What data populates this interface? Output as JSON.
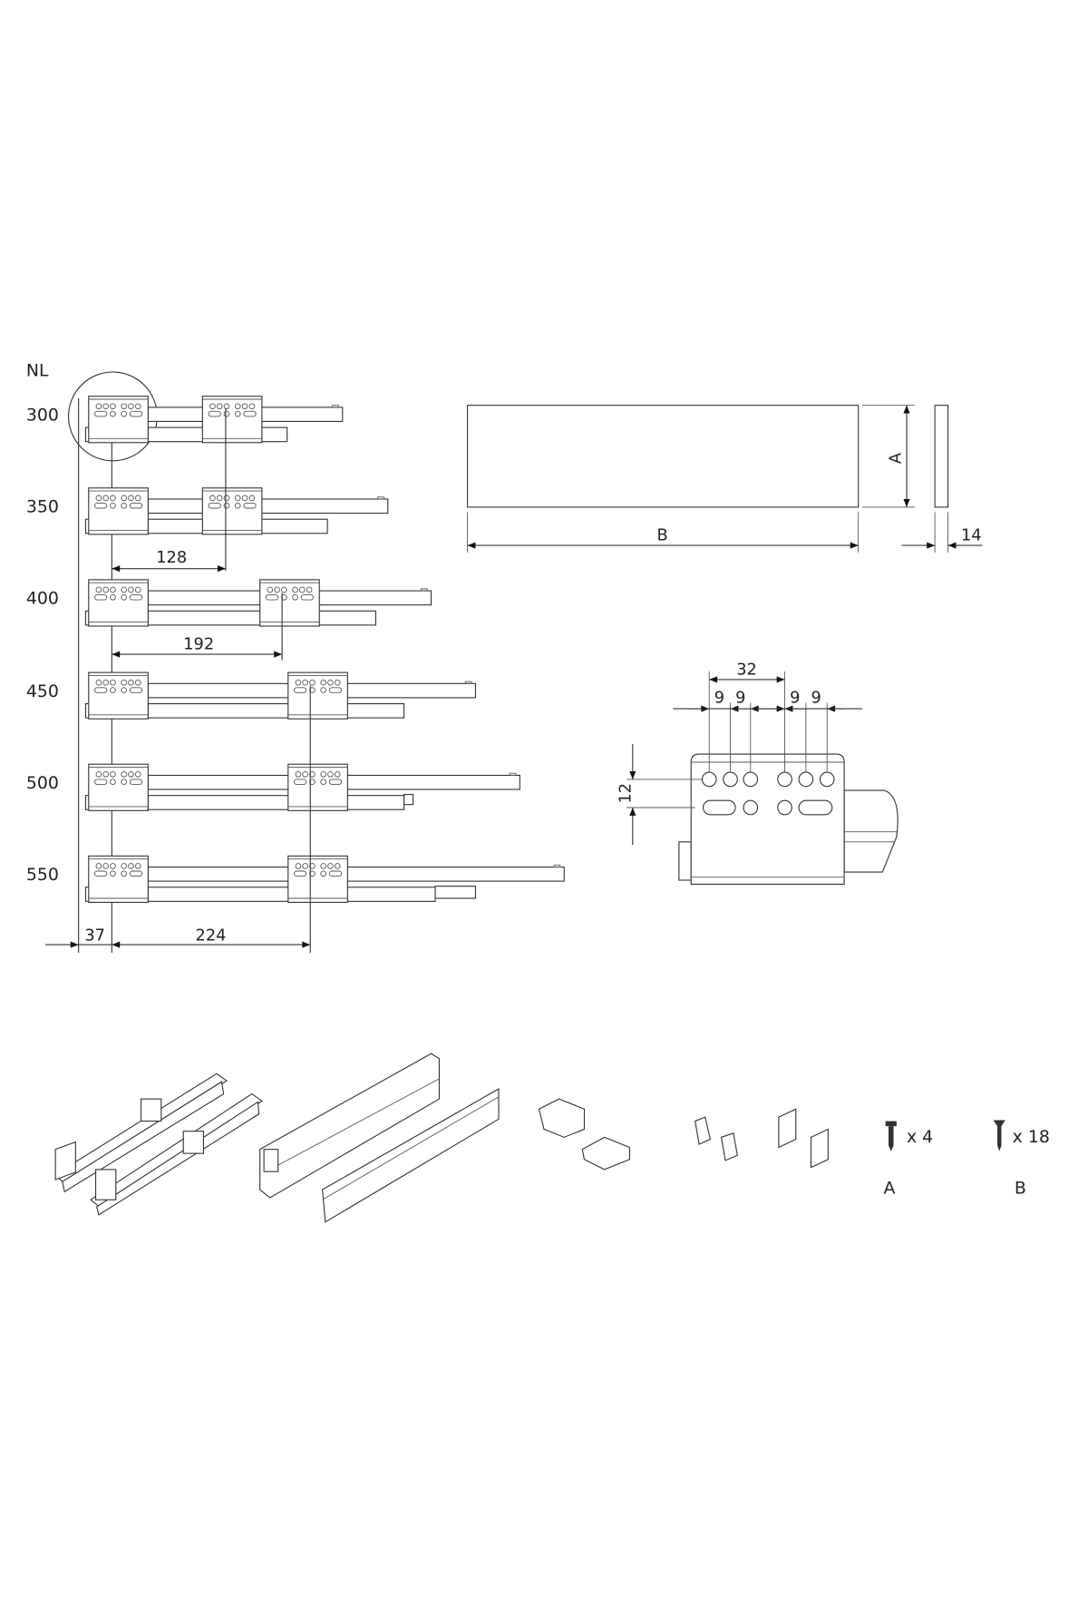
{
  "rail_diagram": {
    "header": "NL",
    "rows": [
      {
        "nl": "300"
      },
      {
        "nl": "350"
      },
      {
        "nl": "400"
      },
      {
        "nl": "450"
      },
      {
        "nl": "500"
      },
      {
        "nl": "550"
      }
    ],
    "dims": {
      "d128": "128",
      "d192": "192",
      "d37": "37",
      "d224": "224"
    }
  },
  "panel": {
    "height_label": "A",
    "length_label": "B",
    "thickness": "14"
  },
  "bracket_detail": {
    "spacing": "32",
    "pitch": [
      "9",
      "9",
      "9",
      "9"
    ],
    "row_gap": "12"
  },
  "parts": {
    "screw_a": {
      "qty": "x 4",
      "label": "A"
    },
    "screw_b": {
      "qty": "x 18",
      "label": "B"
    }
  }
}
